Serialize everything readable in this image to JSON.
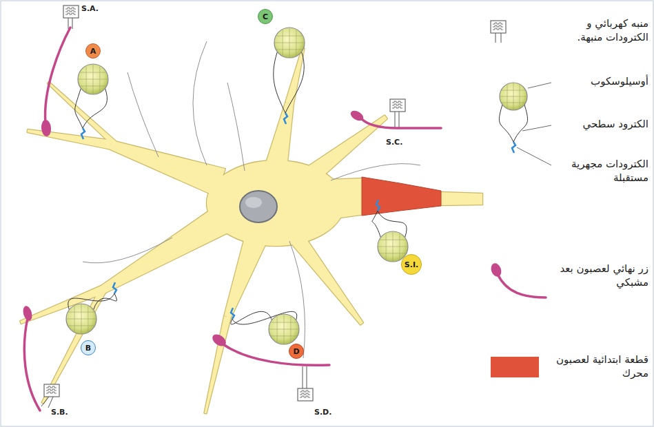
{
  "diagram": {
    "nodes": [
      {
        "text": [
          "A"
        ]
      },
      {
        "text": [
          "C"
        ]
      },
      {
        "text": [
          "S.I."
        ]
      },
      {
        "text": [
          "B"
        ]
      },
      {
        "text": [
          "D"
        ]
      }
    ],
    "labels": [
      "S.A.",
      "S.B.",
      "S.C.",
      "S.D."
    ],
    "legend": [
      {
        "text": "منبه كهربائي و الكترودات منبهة."
      },
      {
        "text": "أوسيلوسكوب"
      },
      {
        "text": "الكترود سطحي"
      },
      {
        "text": "الكترودات مجهرية مستقبلة"
      },
      {
        "text": "زر نهائي لعصبون بعد مشبكي"
      },
      {
        "text": "قطعة ابتدائية لعصبون محرك",
        "color": "#e0533a"
      }
    ]
  }
}
